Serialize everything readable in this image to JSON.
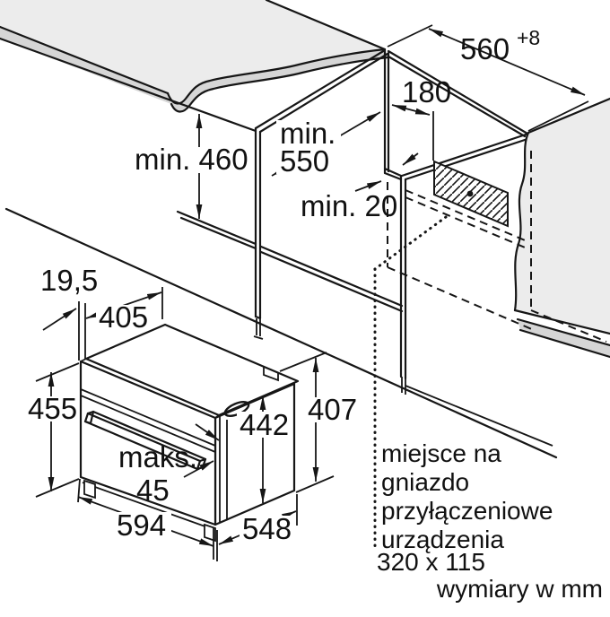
{
  "dimensions": {
    "niche_width": {
      "value": "560",
      "tolerance": "+8"
    },
    "rear_offset": "180",
    "niche_depth_min": {
      "line1": "min.",
      "line2": "550"
    },
    "height_under_worktop_min": "min. 460",
    "rear_gap_min": "min. 20",
    "front_overhang": "19,5",
    "top_depth": "405",
    "front_height": "455",
    "body_height": "442",
    "rear_height": "407",
    "door_protrusion": {
      "line1": "maks.",
      "line2": "45"
    },
    "appliance_width": "594",
    "appliance_depth": "548"
  },
  "socket_note": {
    "lines": [
      "miejsce na",
      "gniazdo",
      "przyłączeniowe",
      "urządzenia"
    ],
    "size": "320 x 115"
  },
  "footer_note": "wymiary w mm",
  "colors": {
    "line": "#161616",
    "surface": "#ececec",
    "edge_band": "#d6d6d6",
    "background": "#ffffff"
  }
}
